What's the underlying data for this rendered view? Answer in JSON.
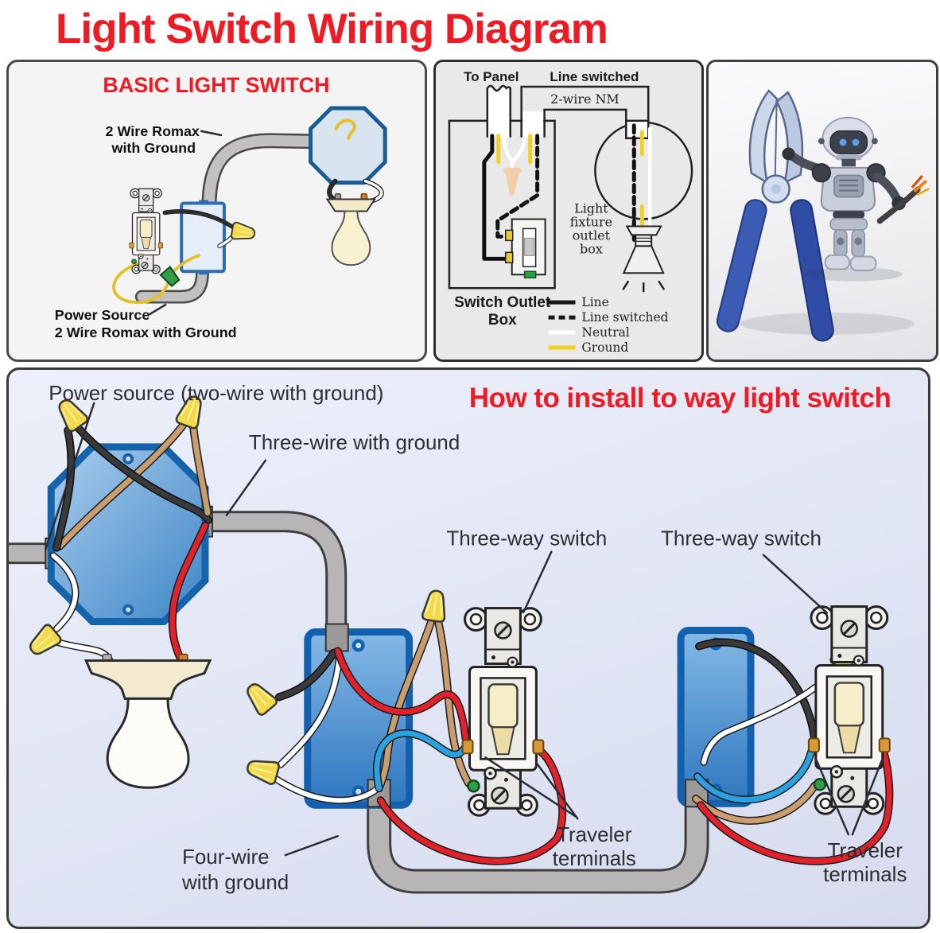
{
  "page": {
    "title": "Light Switch Wiring Diagram"
  },
  "colors": {
    "accent_red": "#ee1b24",
    "box_blue_border": "#1360ae",
    "box_blue_fill": "#4d93d2",
    "wire_black": "#2e2e2e",
    "wire_white": "#ffffff",
    "wire_red": "#e2222a",
    "wire_tan": "#c99d6e",
    "wire_blue": "#2aa2e2",
    "wire_ground_yellow": "#f0d020",
    "cable_gray": "#b8b5b6",
    "wirenut_yellow": "#f2da4a",
    "ground_screw_green": "#2f9e47"
  },
  "basic": {
    "title": "BASIC LIGHT SWITCH",
    "wire_label": [
      "2 Wire Romax",
      "with Ground"
    ],
    "power_label": [
      "Power Source",
      "2 Wire Romax with Ground"
    ]
  },
  "outlet": {
    "to_panel": "To Panel",
    "line_switched": "Line switched",
    "two_wire_nm": "2-wire NM",
    "fixture_label": [
      "Light",
      "fixture",
      "outlet",
      "box"
    ],
    "box_label": [
      "Switch Outlet",
      "Box"
    ],
    "legend": [
      {
        "name": "Line"
      },
      {
        "name": "Line switched"
      },
      {
        "name": "Neutral"
      },
      {
        "name": "Ground"
      }
    ]
  },
  "howto": {
    "title": "How to install to way light switch",
    "power_source": "Power source (two-wire with ground)",
    "three_wire": "Three-wire with ground",
    "switch_label_1": "Three-way switch",
    "switch_label_2": "Three-way switch",
    "four_wire": [
      "Four-wire",
      "with ground"
    ],
    "traveler_1": [
      "Traveler",
      "terminals"
    ],
    "traveler_2": [
      "Traveler",
      "terminals"
    ]
  }
}
